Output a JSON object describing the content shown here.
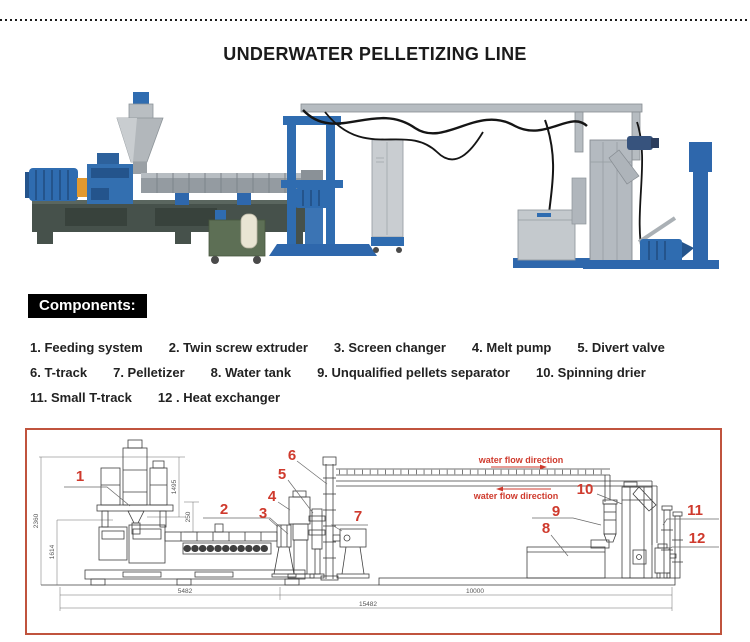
{
  "header": {
    "title": "UNDERWATER PELLETIZING LINE"
  },
  "components": {
    "heading": "Components:",
    "rows": [
      {
        "items": [
          "1. Feeding system",
          "2. Twin screw extruder",
          "3. Screen changer",
          "4. Melt pump",
          "5. Divert valve"
        ]
      },
      {
        "items": [
          "6. T-track",
          "7. Pelletizer",
          "8. Water tank",
          "9. Unqualified pellets separator",
          "10. Spinning drier"
        ]
      },
      {
        "items": [
          "11. Small T-track",
          "12 . Heat exchanger"
        ]
      }
    ]
  },
  "diagram": {
    "callouts": {
      "c1": "1",
      "c2": "2",
      "c3": "3",
      "c4": "4",
      "c5": "5",
      "c6": "6",
      "c7": "7",
      "c8": "8",
      "c9": "9",
      "c10": "10",
      "c11": "11",
      "c12": "12"
    },
    "water_flow": {
      "top": "water flow direction",
      "bottom": "water flow direction"
    },
    "dimensions": {
      "feeder_height": "1495",
      "hopper_drop": "250",
      "overall_height": "2360",
      "extruder_height": "1614",
      "extruder_length": "5482",
      "water_line_length": "10000",
      "total_length": "15482"
    }
  },
  "colors": {
    "callout_red": "#cf3a2d",
    "frame_red": "#c0533d",
    "machine_blue": "#2f6cb0",
    "heading_bg": "#000000",
    "heading_text": "#ffffff"
  }
}
